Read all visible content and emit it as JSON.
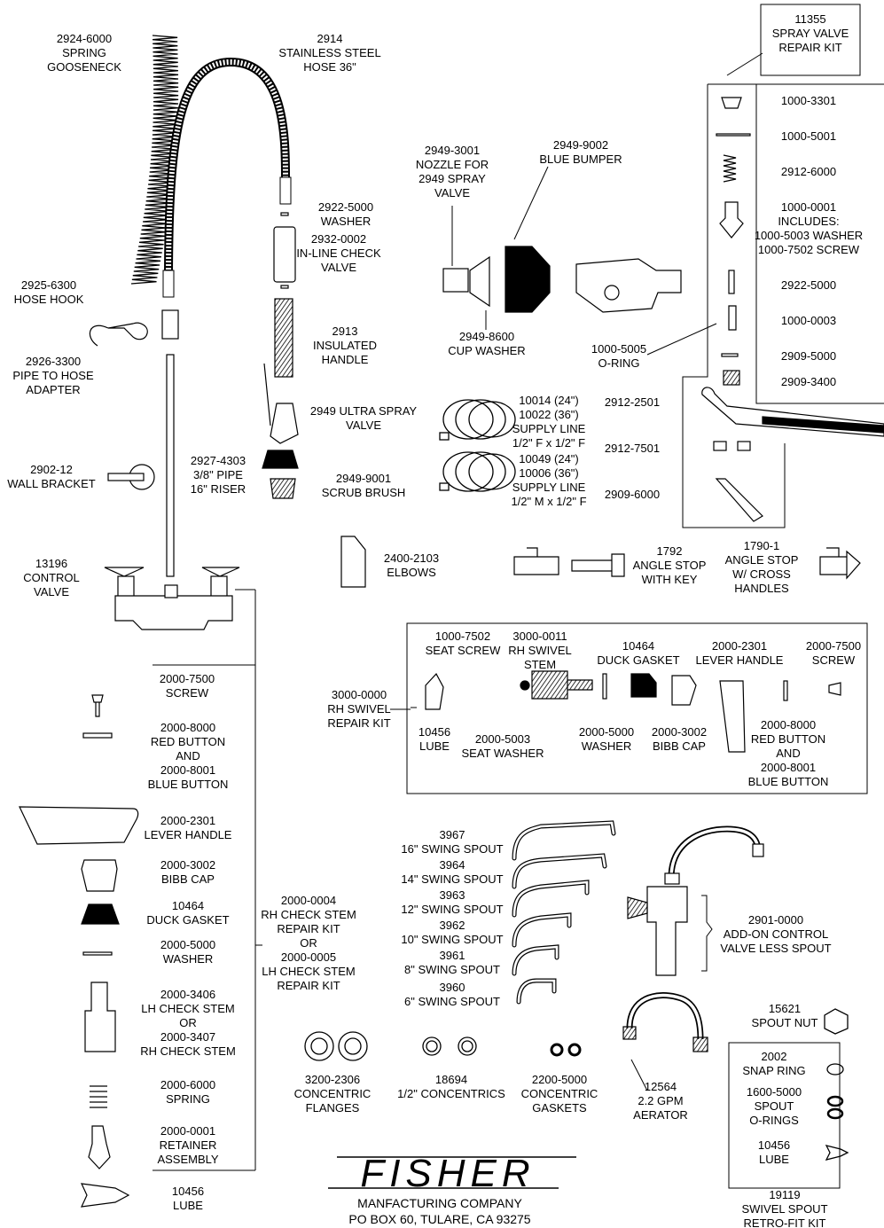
{
  "parts": {
    "gooseneck": [
      "2924-6000",
      "SPRING",
      "GOOSENECK"
    ],
    "hose": [
      "2914",
      "STAINLESS STEEL",
      "HOSE 36\""
    ],
    "kit11355": [
      "11355",
      "SPRAY VALVE",
      "REPAIR KIT"
    ],
    "k1000_3301": [
      "1000-3301"
    ],
    "k1000_5001": [
      "1000-5001"
    ],
    "k2912_6000": [
      "2912-6000"
    ],
    "k1000_0001": [
      "1000-0001",
      "INCLUDES:",
      "1000-5003 WASHER",
      "1000-7502 SCREW"
    ],
    "k2922_5000": [
      "2922-5000"
    ],
    "k1000_0003": [
      "1000-0003"
    ],
    "k2909_5000": [
      "2909-5000"
    ],
    "k2909_3400": [
      "2909-3400"
    ],
    "nozzle": [
      "2949-3001",
      "NOZZLE FOR",
      "2949 SPRAY",
      "VALVE"
    ],
    "bumper": [
      "2949-9002",
      "BLUE BUMPER"
    ],
    "washer2922": [
      "2922-5000",
      "WASHER"
    ],
    "checkvalve": [
      "2932-0002",
      "IN-LINE CHECK",
      "VALVE"
    ],
    "hosehook": [
      "2925-6300",
      "HOSE HOOK"
    ],
    "insulated": [
      "2913",
      "INSULATED",
      "HANDLE"
    ],
    "cupwasher": [
      "2949-8600",
      "CUP WASHER"
    ],
    "oring5005": [
      "1000-5005",
      "O-RING"
    ],
    "pipeadapter": [
      "2926-3300",
      "PIPE TO HOSE",
      "ADAPTER"
    ],
    "ultraspray": [
      "2949 ULTRA SPRAY",
      "VALVE"
    ],
    "supply1": [
      "10014 (24\")",
      "10022 (36\")",
      "SUPPLY LINE",
      "1/2\" F x 1/2\" F"
    ],
    "p2912_2501": [
      "2912-2501"
    ],
    "p2912_7501": [
      "2912-7501"
    ],
    "supply2": [
      "10049 (24\")",
      "10006 (36\")",
      "SUPPLY LINE",
      "1/2\" M x 1/2\" F"
    ],
    "p2909_6000": [
      "2909-6000"
    ],
    "wallbracket": [
      "2902-12",
      "WALL BRACKET"
    ],
    "riser": [
      "2927-4303",
      "3/8\" PIPE",
      "16\" RISER"
    ],
    "scrub": [
      "2949-9001",
      "SCRUB BRUSH"
    ],
    "elbows": [
      "2400-2103",
      "ELBOWS"
    ],
    "anglekey": [
      "1792",
      "ANGLE STOP",
      "WITH KEY"
    ],
    "anglecross": [
      "1790-1",
      "ANGLE STOP",
      "W/ CROSS",
      "HANDLES"
    ],
    "controlvalve": [
      "13196",
      "CONTROL",
      "VALVE"
    ],
    "seatscrew": [
      "1000-7502",
      "SEAT SCREW"
    ],
    "swivelstem": [
      "3000-0011",
      "RH SWIVEL",
      "STEM"
    ],
    "duckgasket_r": [
      "10464",
      "DUCK GASKET"
    ],
    "lever_r": [
      "2000-2301",
      "LEVER HANDLE"
    ],
    "screw_r": [
      "2000-7500",
      "SCREW"
    ],
    "swivelkit": [
      "3000-0000",
      "RH SWIVEL",
      "REPAIR KIT"
    ],
    "lube_r": [
      "10456",
      "LUBE"
    ],
    "seatwasher": [
      "2000-5003",
      "SEAT WASHER"
    ],
    "washer_r": [
      "2000-5000",
      "WASHER"
    ],
    "bibb_r": [
      "2000-3002",
      "BIBB CAP"
    ],
    "button_r": [
      "2000-8000",
      "RED BUTTON",
      "AND",
      "2000-8001",
      "BLUE BUTTON"
    ],
    "screw_l": [
      "2000-7500",
      "SCREW"
    ],
    "button_l": [
      "2000-8000",
      "RED BUTTON",
      "AND",
      "2000-8001",
      "BLUE BUTTON"
    ],
    "lever_l": [
      "2000-2301",
      "LEVER HANDLE"
    ],
    "bibb_l": [
      "2000-3002",
      "BIBB CAP"
    ],
    "duck_l": [
      "10464",
      "DUCK GASKET"
    ],
    "washer_l": [
      "2000-5000",
      "WASHER"
    ],
    "checkkit": [
      "2000-0004",
      "RH CHECK STEM",
      "REPAIR KIT",
      "OR",
      "2000-0005",
      "LH CHECK STEM",
      "REPAIR KIT"
    ],
    "checkstem": [
      "2000-3406",
      "LH CHECK STEM",
      "OR",
      "2000-3407",
      "RH CHECK STEM"
    ],
    "spring_l": [
      "2000-6000",
      "SPRING"
    ],
    "retainer": [
      "2000-0001",
      "RETAINER",
      "ASSEMBLY"
    ],
    "lube_l": [
      "10456",
      "LUBE"
    ],
    "s3967": [
      "3967",
      "16\" SWING SPOUT"
    ],
    "s3964": [
      "3964",
      "14\" SWING SPOUT"
    ],
    "s3963": [
      "3963",
      "12\" SWING SPOUT"
    ],
    "s3962": [
      "3962",
      "10\" SWING SPOUT"
    ],
    "s3961": [
      "3961",
      "8\" SWING SPOUT"
    ],
    "s3960": [
      "3960",
      "6\" SWING SPOUT"
    ],
    "addon": [
      "2901-0000",
      "ADD-ON CONTROL",
      "VALVE LESS SPOUT"
    ],
    "spoutnut": [
      "15621",
      "SPOUT NUT"
    ],
    "snapring": [
      "2002",
      "SNAP RING"
    ],
    "spoutorings": [
      "1600-5000",
      "SPOUT",
      "O-RINGS"
    ],
    "lube_s": [
      "10456",
      "LUBE"
    ],
    "retrofit": [
      "19119",
      "SWIVEL SPOUT",
      "RETRO-FIT KIT"
    ],
    "flanges": [
      "3200-2306",
      "CONCENTRIC",
      "FLANGES"
    ],
    "concentrics": [
      "18694",
      "1/2\" CONCENTRICS"
    ],
    "cgaskets": [
      "2200-5000",
      "CONCENTRIC",
      "GASKETS"
    ],
    "aerator": [
      "12564",
      "2.2 GPM",
      "AERATOR"
    ]
  },
  "brand": {
    "logo": "FISHER",
    "company": "MANFACTURING COMPANY",
    "address": "PO BOX 60, TULARE, CA 93275"
  }
}
